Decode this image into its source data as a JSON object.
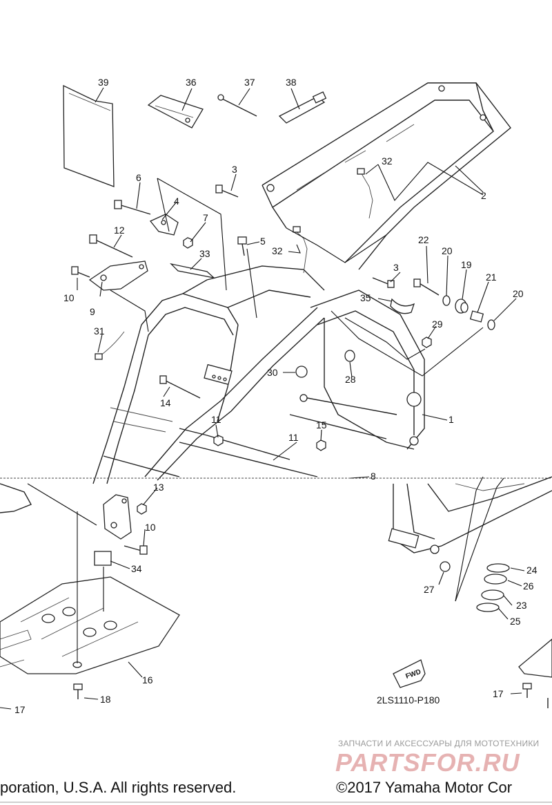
{
  "callouts": {
    "c1": "1",
    "c2": "2",
    "c3a": "3",
    "c3b": "3",
    "c4": "4",
    "c5": "5",
    "c6": "6",
    "c7": "7",
    "c8": "8",
    "c9": "9",
    "c10a": "10",
    "c10b": "10",
    "c11a": "11",
    "c11b": "11",
    "c12": "12",
    "c13": "13",
    "c14": "14",
    "c15": "15",
    "c16": "16",
    "c17a": "17",
    "c17b": "17",
    "c18": "18",
    "c19": "19",
    "c20a": "20",
    "c20b": "20",
    "c21": "21",
    "c22": "22",
    "c23": "23",
    "c24": "24",
    "c25": "25",
    "c26": "26",
    "c27": "27",
    "c28": "28",
    "c29": "29",
    "c30": "30",
    "c31": "31",
    "c32a": "32",
    "c32b": "32",
    "c33": "33",
    "c34": "34",
    "c35": "35",
    "c36": "36",
    "c37": "37",
    "c38": "38",
    "c39": "39"
  },
  "fwd_label": "FWD",
  "diagram_code": "2LS1110-P180",
  "watermark": {
    "subtitle": "ЗАПЧАСТИ И АКСЕССУАРЫ ДЛЯ МОТОТЕХНИКИ",
    "logo": "PARTSFOR.RU"
  },
  "copyright": {
    "left": "poration, U.S.A. All rights reserved.",
    "right": "©2017 Yamaha Motor Cor"
  }
}
